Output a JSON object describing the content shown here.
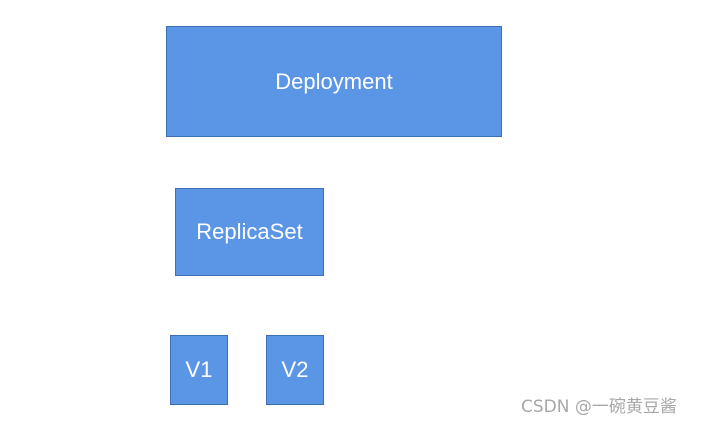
{
  "diagram": {
    "nodes": {
      "deployment": "Deployment",
      "replicaset": "ReplicaSet",
      "v1": "V1",
      "v2": "V2"
    },
    "fill_color": "#5b95e5",
    "text_color": "#ffffff"
  },
  "watermark": "CSDN @一碗黄豆酱"
}
